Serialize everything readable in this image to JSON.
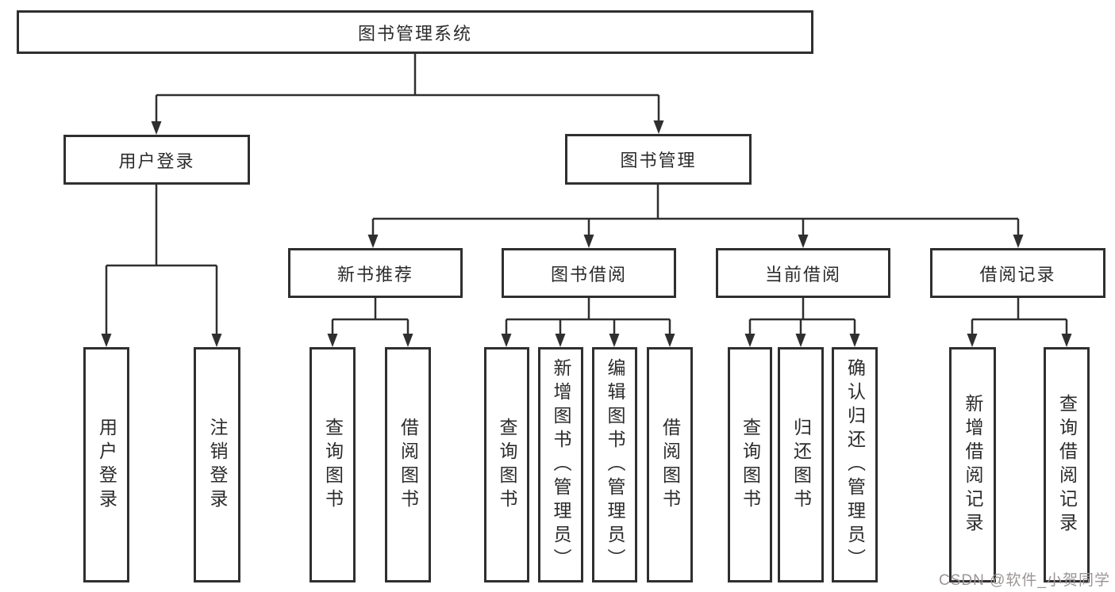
{
  "tree": {
    "label": "图书管理系统",
    "children": [
      {
        "label": "用户登录",
        "children": [
          {
            "label": "用户登录"
          },
          {
            "label": "注销登录"
          }
        ]
      },
      {
        "label": "图书管理",
        "children": [
          {
            "label": "新书推荐",
            "children": [
              {
                "label": "查询图书"
              },
              {
                "label": "借阅图书"
              }
            ]
          },
          {
            "label": "图书借阅",
            "children": [
              {
                "label": "查询图书"
              },
              {
                "label": "新增图书（管理员）"
              },
              {
                "label": "编辑图书（管理员）"
              },
              {
                "label": "借阅图书"
              }
            ]
          },
          {
            "label": "当前借阅",
            "children": [
              {
                "label": "查询图书"
              },
              {
                "label": "归还图书"
              },
              {
                "label": "确认归还（管理员）"
              }
            ]
          },
          {
            "label": "借阅记录",
            "children": [
              {
                "label": "新增借阅记录"
              },
              {
                "label": "查询借阅记录"
              }
            ]
          }
        ]
      }
    ]
  },
  "watermark": "CSDN @软件_小贺同学",
  "colors": {
    "line": "#2f2f2f",
    "box_border": "#2f2f2f",
    "box_fill": "#ffffff",
    "text": "#2b2b2b",
    "watermark": "#9b9595",
    "background": "#ffffff"
  }
}
